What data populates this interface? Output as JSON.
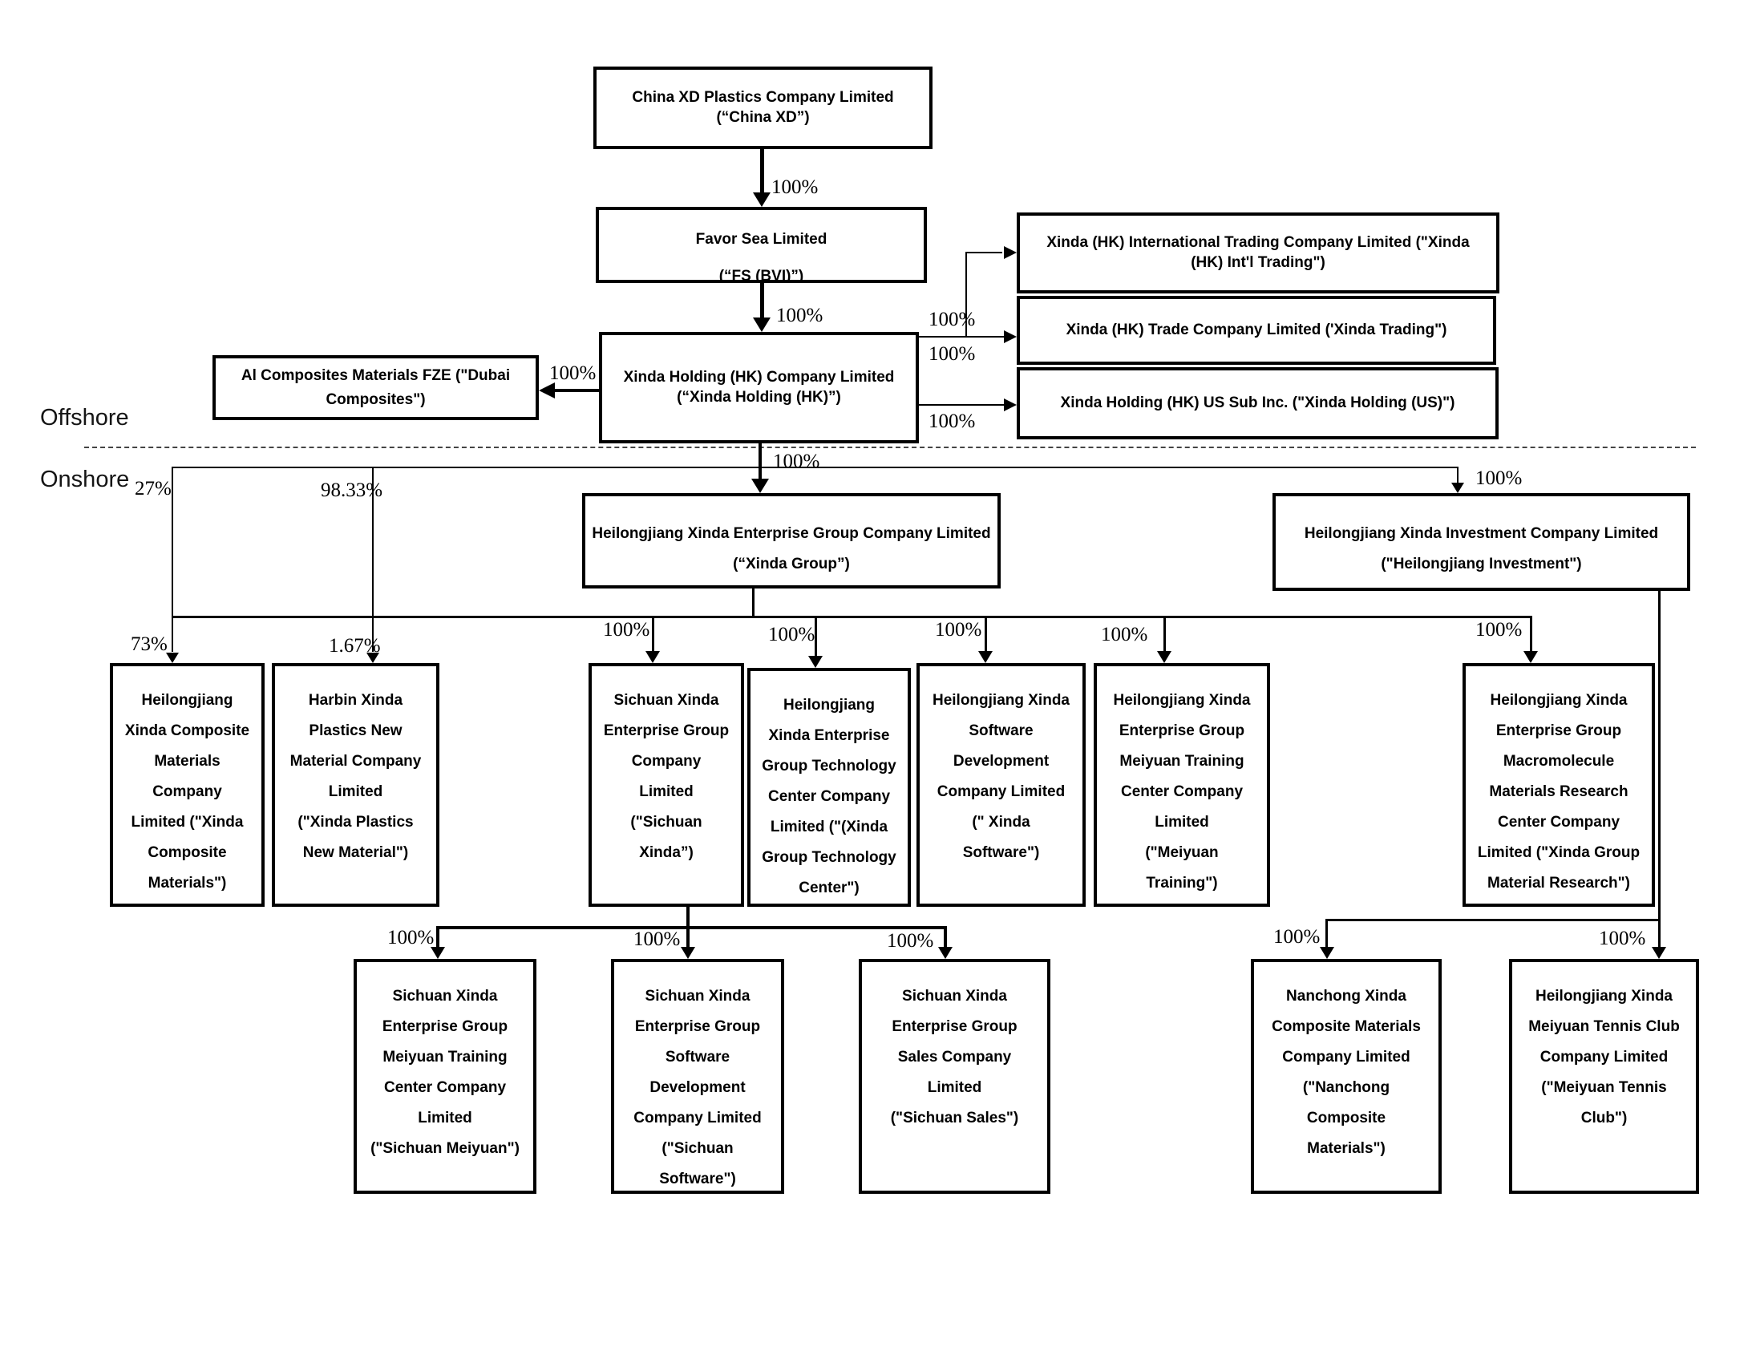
{
  "region_labels": {
    "offshore": "Offshore",
    "onshore": "Onshore"
  },
  "ownership": {
    "pct_100": "100%",
    "pct_27": "27%",
    "pct_98_33": "98.33%",
    "pct_73": "73%",
    "pct_1_67": "1.67%"
  },
  "nodes": {
    "china_xd": {
      "lines": [
        "China XD Plastics Company Limited",
        "(“China XD”)"
      ]
    },
    "favor_sea": {
      "lines": [
        "Favor Sea Limited",
        "(“FS (BVI)”)"
      ]
    },
    "xinda_holding": {
      "lines": [
        "Xinda Holding (HK) Company Limited",
        "(“Xinda Holding (HK)”)"
      ]
    },
    "al_composites": {
      "lines": [
        "Al Composites Materials FZE      (\"Dubai",
        "Composites\")"
      ]
    },
    "hk_intl_trading": {
      "lines": [
        "Xinda (HK) International Trading Company Limited    (\"Xinda",
        "(HK) Int'l Trading\")"
      ]
    },
    "hk_trade": {
      "lines": [
        "Xinda (HK) Trade Company Limited     ('Xinda Trading\")"
      ]
    },
    "hk_us_sub": {
      "lines": [
        "Xinda Holding (HK) US Sub Inc.   (\"Xinda Holding (US)\")"
      ]
    },
    "xinda_group": {
      "lines": [
        "Heilongjiang Xinda Enterprise Group Company Limited",
        "(“Xinda Group”)"
      ]
    },
    "hlj_investment": {
      "lines": [
        "Heilongjiang Xinda Investment Company Limited",
        "(\"Heilongjiang Investment\")"
      ]
    },
    "xinda_composite": {
      "lines": [
        "Heilongjiang",
        "Xinda Composite",
        "Materials",
        "Company",
        "Limited   (\"Xinda",
        "Composite",
        "Materials\")"
      ]
    },
    "harbin_xinda": {
      "lines": [
        "Harbin Xinda",
        "Plastics New",
        "Material Company",
        "Limited",
        "(\"Xinda Plastics",
        "New Material\")"
      ]
    },
    "sichuan_xinda": {
      "lines": [
        "Sichuan Xinda",
        "Enterprise Group",
        "Company",
        "Limited",
        "(\"Sichuan",
        "Xinda”)"
      ]
    },
    "tech_center": {
      "lines": [
        "Heilongjiang",
        "Xinda Enterprise",
        "Group Technology",
        "Center Company",
        "Limited (\"(Xinda",
        "Group Technology",
        "Center\")"
      ]
    },
    "xinda_software": {
      "lines": [
        "Heilongjiang Xinda",
        "Software",
        "Development",
        "Company Limited",
        "(\" Xinda",
        "Software\")"
      ]
    },
    "meiyuan_training": {
      "lines": [
        "Heilongjiang Xinda",
        "Enterprise Group",
        "Meiyuan Training",
        "Center Company",
        "Limited",
        "(\"Meiyuan",
        "Training\")"
      ]
    },
    "macromolecule": {
      "lines": [
        "Heilongjiang Xinda",
        "Enterprise Group",
        "Macromolecule",
        "Materials Research",
        "Center Company",
        "Limited (\"Xinda Group",
        "Material Research\")"
      ]
    },
    "sichuan_meiyuan": {
      "lines": [
        "Sichuan Xinda",
        "Enterprise Group",
        "Meiyuan Training",
        "Center Company",
        "Limited",
        "(\"Sichuan Meiyuan\")"
      ]
    },
    "sichuan_software": {
      "lines": [
        "Sichuan Xinda",
        "Enterprise Group",
        "Software",
        "Development",
        "Company Limited",
        "(\"Sichuan",
        "Software\")"
      ]
    },
    "sichuan_sales": {
      "lines": [
        "Sichuan Xinda",
        "Enterprise Group",
        "Sales Company",
        "Limited",
        "(\"Sichuan Sales\")"
      ]
    },
    "nanchong": {
      "lines": [
        "Nanchong Xinda",
        "Composite Materials",
        "Company Limited",
        "(\"Nanchong",
        "Composite",
        "Materials\")"
      ]
    },
    "tennis_club": {
      "lines": [
        "Heilongjiang Xinda",
        "Meiyuan Tennis Club",
        "Company Limited",
        "(\"Meiyuan Tennis",
        "Club\")"
      ]
    }
  }
}
